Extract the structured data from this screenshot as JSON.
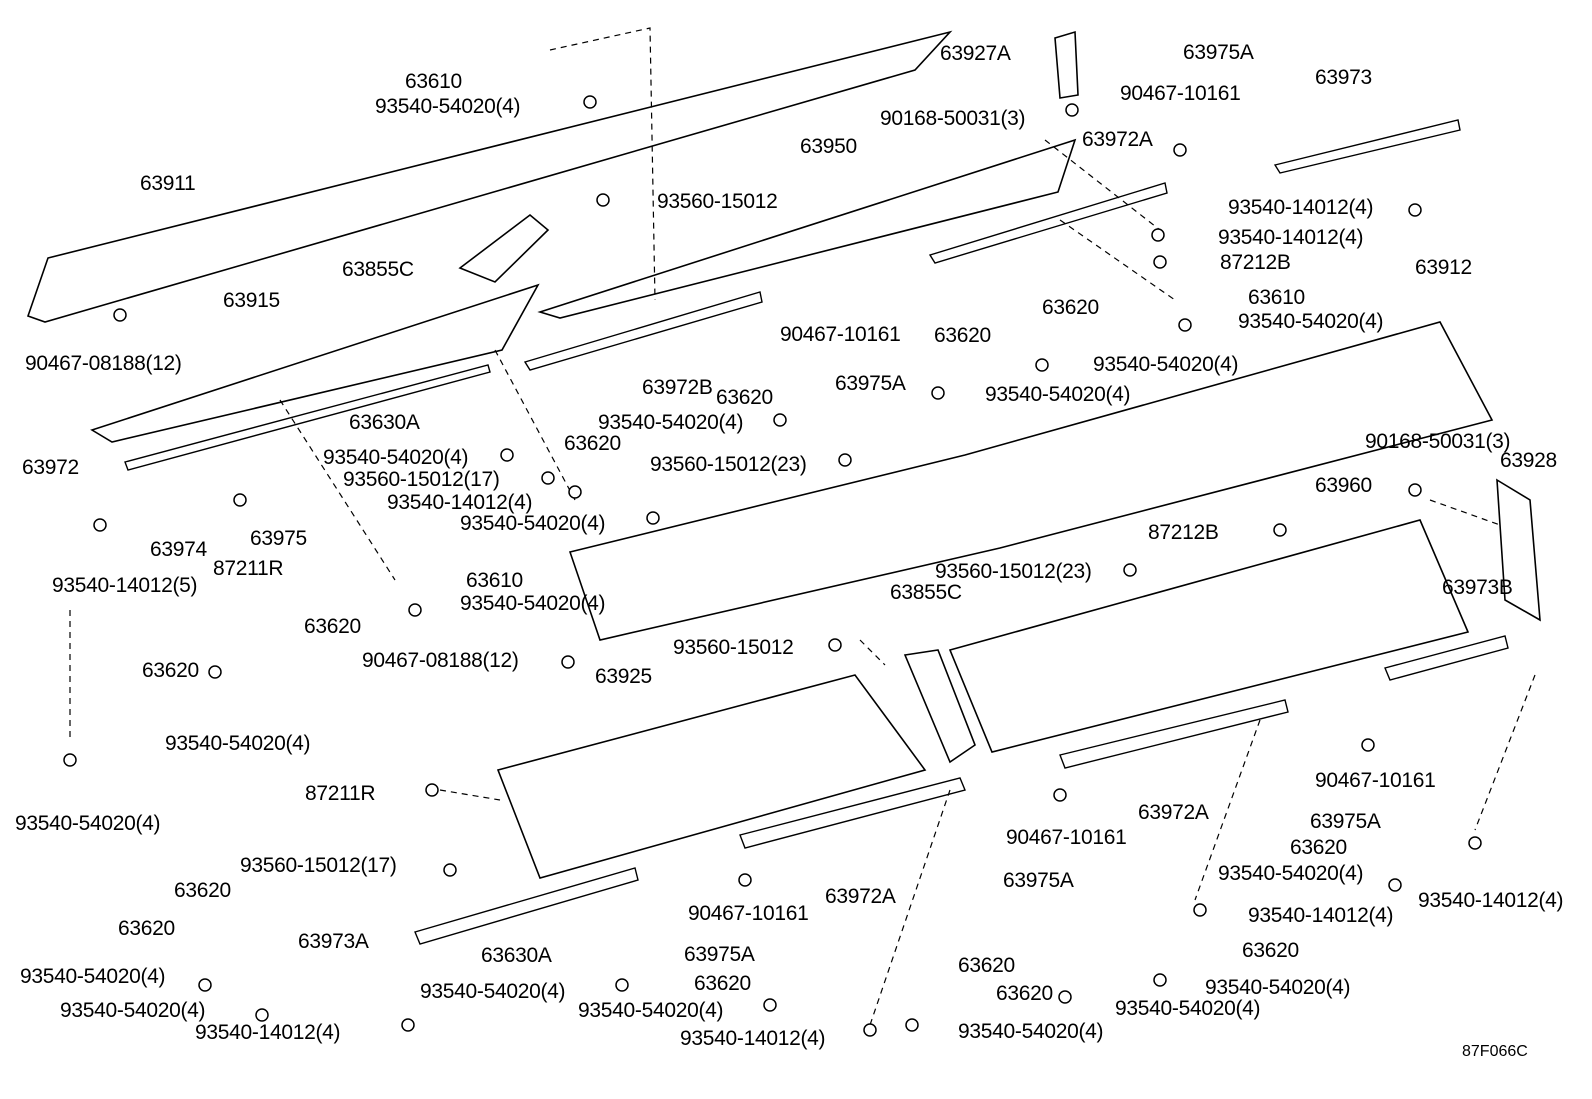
{
  "diagram_code": "87F066C",
  "labels": [
    "63610",
    "93540-54020(4)",
    "63911",
    "63855C",
    "93560-15012",
    "63950",
    "63927A",
    "90168-50031(3)",
    "63975A",
    "90467-10161",
    "63973",
    "63972A",
    "93540-14012(4)",
    "93540-14012(4)",
    "87212B",
    "63912",
    "63610",
    "93540-54020(4)",
    "63915",
    "90467-08188(12)",
    "63620",
    "63620",
    "90467-10161",
    "63975A",
    "93540-54020(4)",
    "93540-54020(4)",
    "63972B",
    "63620",
    "93540-54020(4)",
    "63630A",
    "63620",
    "93540-54020(4)",
    "93560-15012(23)",
    "63972",
    "93560-15012(17)",
    "93540-14012(4)",
    "93540-54020(4)",
    "63974",
    "87211R",
    "63975",
    "93540-14012(5)",
    "63610",
    "93540-54020(4)",
    "90168-50031(3)",
    "63928",
    "63960",
    "87212B",
    "93560-15012(23)",
    "63855C",
    "63973B",
    "63620",
    "63620",
    "90467-08188(12)",
    "93560-15012",
    "63925",
    "93540-54020(4)",
    "87211R",
    "90467-10161",
    "63972A",
    "63975A",
    "93540-54020(4)",
    "90467-10161",
    "63620",
    "93560-15012(17)",
    "93540-54020(4)",
    "63975A",
    "63620",
    "63972A",
    "93540-14012(4)",
    "90467-10161",
    "93540-14012(4)",
    "63620",
    "63973A",
    "63630A",
    "63975A",
    "63620",
    "63620",
    "93540-54020(4)",
    "63620",
    "93540-54020(4)",
    "93540-54020(4)",
    "63620",
    "93540-54020(4)",
    "93540-54020(4)",
    "93540-54020(4)",
    "93540-14012(4)",
    "93540-14012(4)",
    "93540-54020(4)"
  ]
}
